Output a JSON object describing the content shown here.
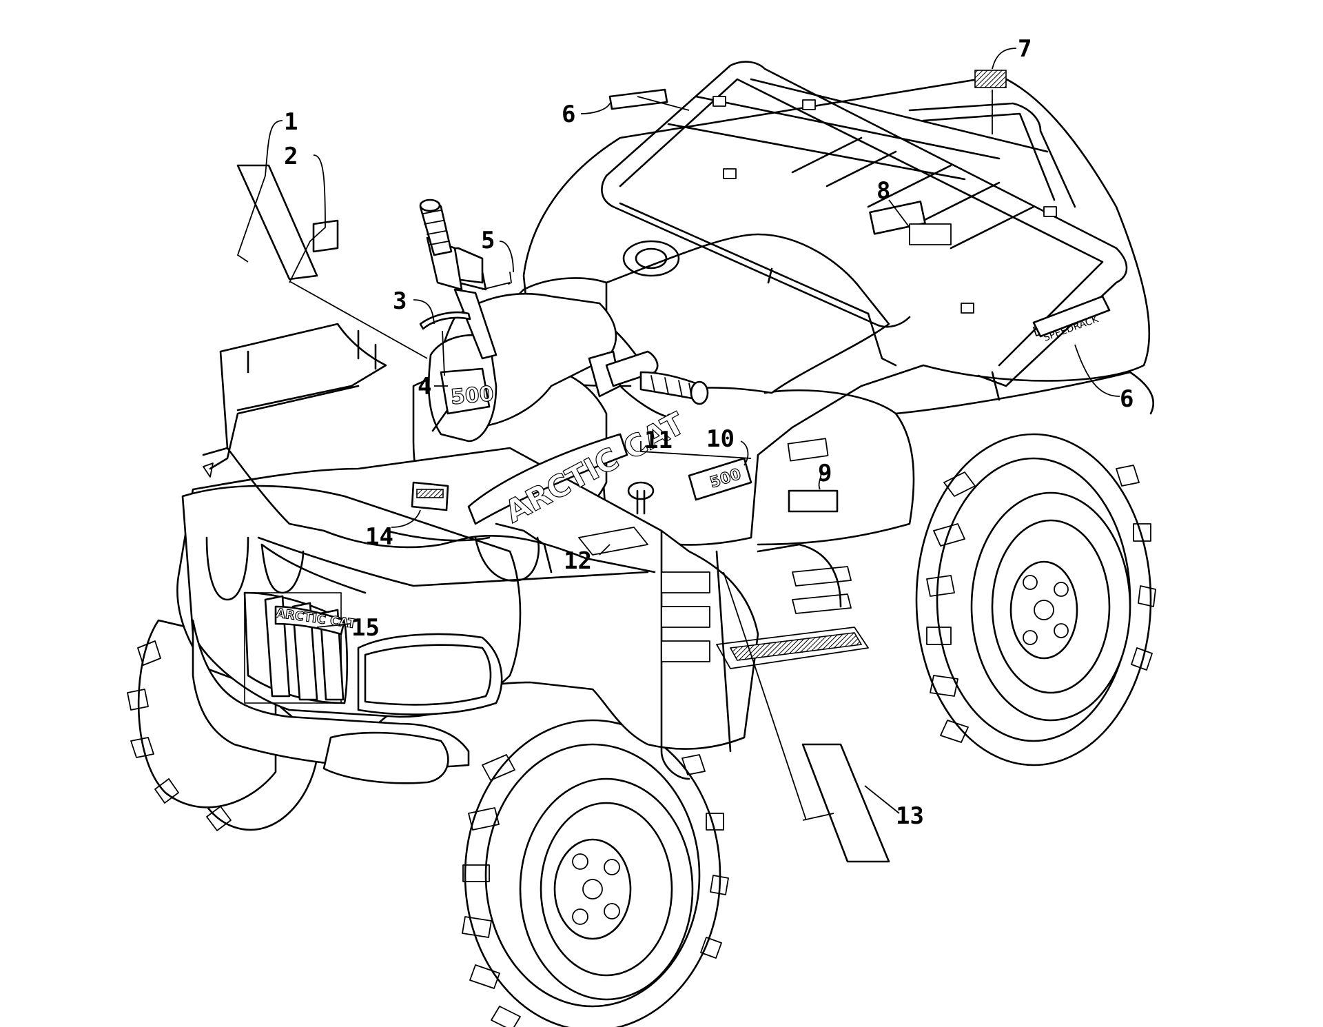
{
  "callouts": [
    {
      "id": "1",
      "label": "1"
    },
    {
      "id": "2",
      "label": "2"
    },
    {
      "id": "3",
      "label": "3"
    },
    {
      "id": "4",
      "label": "4"
    },
    {
      "id": "5",
      "label": "5"
    },
    {
      "id": "6a",
      "label": "6"
    },
    {
      "id": "6b",
      "label": "6"
    },
    {
      "id": "7",
      "label": "7"
    },
    {
      "id": "8",
      "label": "8"
    },
    {
      "id": "9",
      "label": "9"
    },
    {
      "id": "10",
      "label": "10"
    },
    {
      "id": "11",
      "label": "11"
    },
    {
      "id": "12",
      "label": "12"
    },
    {
      "id": "13",
      "label": "13"
    },
    {
      "id": "14",
      "label": "14"
    },
    {
      "id": "15",
      "label": "15"
    }
  ],
  "decals": {
    "side_brand": "ARCTIC CAT",
    "grille_brand": "ARCTIC CAT",
    "pod_model": "500",
    "side_model": "500",
    "rack_label": "SPEEDRACK"
  }
}
